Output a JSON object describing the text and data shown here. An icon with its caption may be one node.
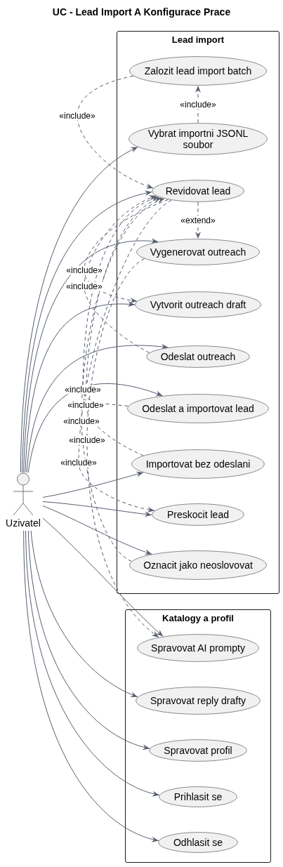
{
  "diagram": {
    "title": "UC - Lead Import A Konfigurace Prace",
    "nodes": [
      {
        "text": [
          "Lead import"
        ]
      },
      {
        "text": [
          "Zalozit lead import batch"
        ],
        "in": 0
      },
      {
        "text": [
          "Vybrat importni JSONL soubor"
        ],
        "in": 0
      },
      {
        "text": [
          "Revidovat lead"
        ],
        "in": 0
      },
      {
        "text": [
          "Vygenerovat outreach"
        ],
        "in": 0
      },
      {
        "text": [
          "Vytvorit outreach draft"
        ],
        "in": 0
      },
      {
        "text": [
          "Odeslat outreach"
        ],
        "in": 0
      },
      {
        "text": [
          "Odeslat a importovat lead"
        ],
        "in": 0
      },
      {
        "text": [
          "Importovat bez odeslani"
        ],
        "in": 0
      },
      {
        "text": [
          "Preskocit lead"
        ],
        "in": 0
      },
      {
        "text": [
          "Oznacit jako neoslovovat"
        ],
        "in": 0
      },
      {
        "text": [
          "Katalogy a profil"
        ]
      },
      {
        "text": [
          "Spravovat AI prompty"
        ],
        "in": 11
      },
      {
        "text": [
          "Spravovat reply drafty"
        ],
        "in": 11
      },
      {
        "text": [
          "Spravovat profil"
        ],
        "in": 11
      },
      {
        "text": [
          "Prihlasit se"
        ],
        "in": 11
      },
      {
        "text": [
          "Odhlasit se"
        ],
        "in": 11
      },
      {
        "text": [
          "Uzivatel"
        ]
      }
    ],
    "edges": [
      {
        "from": 17,
        "to": 2,
        "arrow": "to"
      },
      {
        "from": 2,
        "to": 1,
        "arrow": "to",
        "style": "dashed",
        "label": "«include»"
      },
      {
        "from": 1,
        "to": 3,
        "arrow": "to",
        "style": "dashed",
        "label": "«include»"
      },
      {
        "from": 17,
        "to": 3,
        "arrow": "to"
      },
      {
        "from": 3,
        "to": 4,
        "arrow": "to",
        "style": "dashed",
        "label": "«extend»"
      },
      {
        "from": 17,
        "to": 4,
        "arrow": "to"
      },
      {
        "from": 3,
        "to": 5,
        "arrow": "to",
        "style": "dashed",
        "label": "«include»"
      },
      {
        "from": 17,
        "to": 5,
        "arrow": "to"
      },
      {
        "from": 6,
        "to": 3,
        "arrow": "to",
        "style": "dashed",
        "label": "«include»"
      },
      {
        "from": 17,
        "to": 6,
        "arrow": "to"
      },
      {
        "from": 7,
        "to": 3,
        "arrow": "to",
        "style": "dashed",
        "label": "«include»"
      },
      {
        "from": 17,
        "to": 7,
        "arrow": "to"
      },
      {
        "from": 8,
        "to": 3,
        "arrow": "to",
        "style": "dashed",
        "label": "«include»"
      },
      {
        "from": 17,
        "to": 8,
        "arrow": "to"
      },
      {
        "from": 10,
        "to": 3,
        "arrow": "to",
        "style": "dashed",
        "label": "«include»"
      },
      {
        "from": 17,
        "to": 9,
        "arrow": "to"
      },
      {
        "from": 3,
        "to": 9,
        "arrow": "to",
        "style": "dashed",
        "label": "«include»"
      },
      {
        "from": 17,
        "to": 10,
        "arrow": "to"
      },
      {
        "from": 4,
        "to": 12,
        "arrow": "to",
        "style": "dashed",
        "label": "«include»"
      },
      {
        "from": 17,
        "to": 12,
        "arrow": "to"
      },
      {
        "from": 17,
        "to": 13,
        "arrow": "to"
      },
      {
        "from": 17,
        "to": 14,
        "arrow": "to"
      },
      {
        "from": 17,
        "to": 15,
        "arrow": "to"
      },
      {
        "from": 17,
        "to": 16,
        "arrow": "to"
      }
    ]
  }
}
